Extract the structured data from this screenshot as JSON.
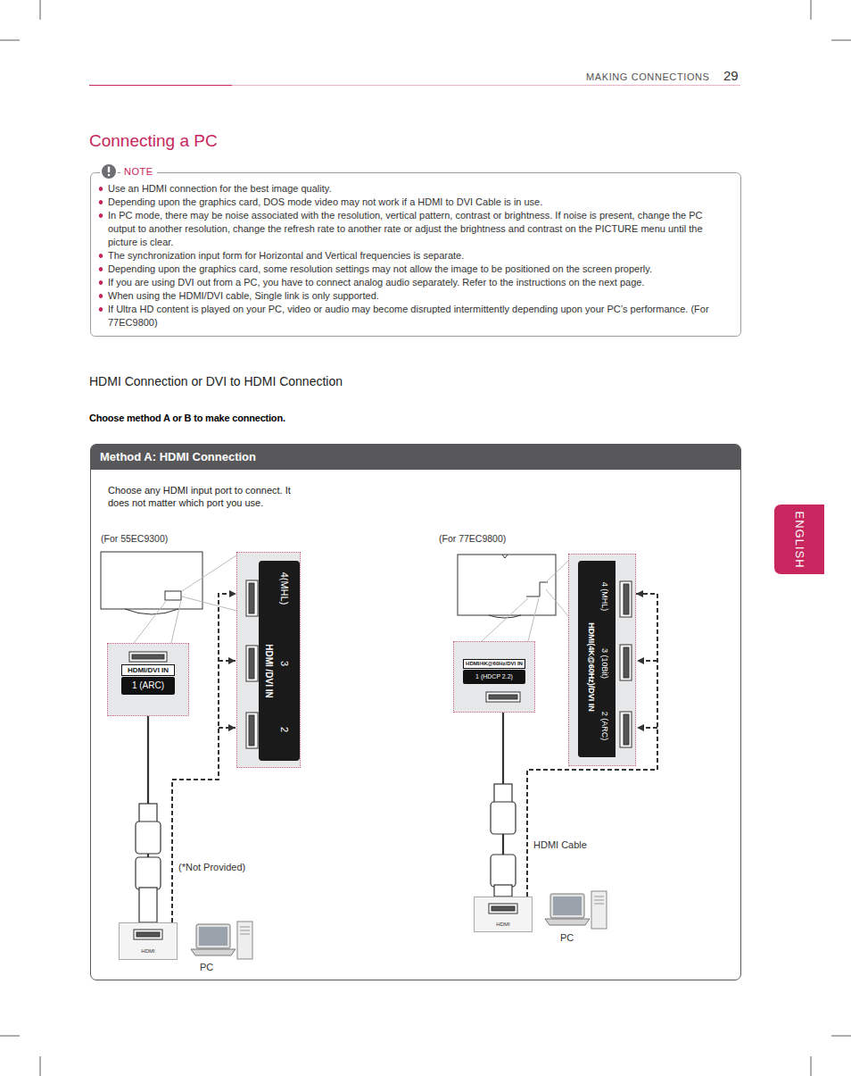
{
  "diagram": {
    "title": "Connecting a PC",
    "nodes": [
      {
        "text": [
          "NOTE",
          "Use an HDMI connection for the best image quality.",
          "Depending upon the graphics card, DOS mode video may not work if a HDMI to DVI Cable is in use.",
          "In PC mode, there may be noise associated with the resolution, vertical pattern, contrast or brightness. If noise is present, change the PC output to another resolution, change the refresh rate to another rate or adjust the brightness and contrast on the PICTURE menu until the picture is clear.",
          "The synchronization input form for Horizontal and Vertical frequencies is separate.",
          "Depending upon the graphics card, some resolution settings may not allow the image to be positioned on the screen properly.",
          "If you are using DVI out from a PC, you have to connect analog audio separately. Refer to the instructions on the next page.",
          "When using the HDMI/DVI cable, Single link is only supported.",
          "If Ultra HD content is played on your PC, video or audio may become disrupted intermittently depending upon your PC’s performance. (For 77EC9800)"
        ]
      },
      {
        "text": [
          "Method A: HDMI Connection",
          "Choose any HDMI input port to connect. It does not matter which port you use."
        ]
      },
      {
        "text": [
          "HDMI/DVI IN",
          "1 (ARC)"
        ],
        "in": 1
      },
      {
        "text": [
          "HDMI /DVI IN",
          "4(MHL)",
          "3",
          "2"
        ],
        "in": 1
      },
      {
        "text": [
          "HDMI"
        ],
        "in": 1
      },
      {
        "text": [
          "HDMI/4K@60Hz/DVI IN",
          "1 (HDCP 2.2)"
        ],
        "in": 1
      },
      {
        "text": [
          "HDMI(4K@60Hz)/DVI IN",
          "4 (MHL)",
          "3 (10Bit)",
          "2 (ARC)"
        ],
        "in": 1
      },
      {
        "text": [
          "HDMI"
        ],
        "in": 1
      }
    ],
    "edges": [
      {
        "from": 4,
        "to": 2,
        "arrow": "none"
      },
      {
        "from": 4,
        "to": 3,
        "arrow": "to"
      },
      {
        "from": 7,
        "to": 5,
        "arrow": "none"
      },
      {
        "from": 7,
        "to": 6,
        "arrow": "to"
      }
    ],
    "labels": [
      "MAKING CONNECTIONS",
      "29",
      "ENGLISH",
      "HDMI Connection or DVI to HDMI Connection",
      "Choose method A or B to make connection.",
      "(For 55EC9300)",
      "(For 77EC9800)",
      "(*Not Provided)",
      "PC",
      "HDMI Cable",
      "PC"
    ]
  }
}
